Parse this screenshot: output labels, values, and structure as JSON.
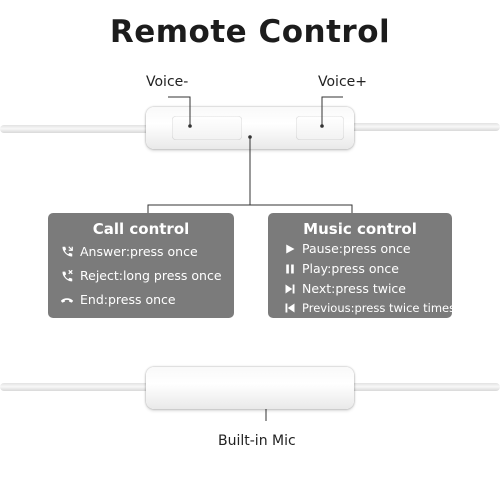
{
  "title": "Remote Control",
  "labels": {
    "voice_minus": "Voice-",
    "voice_plus": "Voice+",
    "mic": "Built-in Mic"
  },
  "call_control": {
    "title": "Call control",
    "items": [
      {
        "icon": "answer-phone-icon",
        "text": "Answer:press once"
      },
      {
        "icon": "reject-phone-icon",
        "text": "Reject:long press once"
      },
      {
        "icon": "hang-up-phone-icon",
        "text": "End:press once"
      }
    ]
  },
  "music_control": {
    "title": "Music control",
    "items": [
      {
        "icon": "play-icon",
        "text": "Pause:press once"
      },
      {
        "icon": "pause-icon",
        "text": "Play:press once"
      },
      {
        "icon": "next-track-icon",
        "text": "Next:press twice"
      },
      {
        "icon": "previous-track-icon",
        "text": "Previous:press twice times"
      }
    ]
  },
  "colors": {
    "panel": "#7b7b7b",
    "leader_line": "#333333"
  }
}
